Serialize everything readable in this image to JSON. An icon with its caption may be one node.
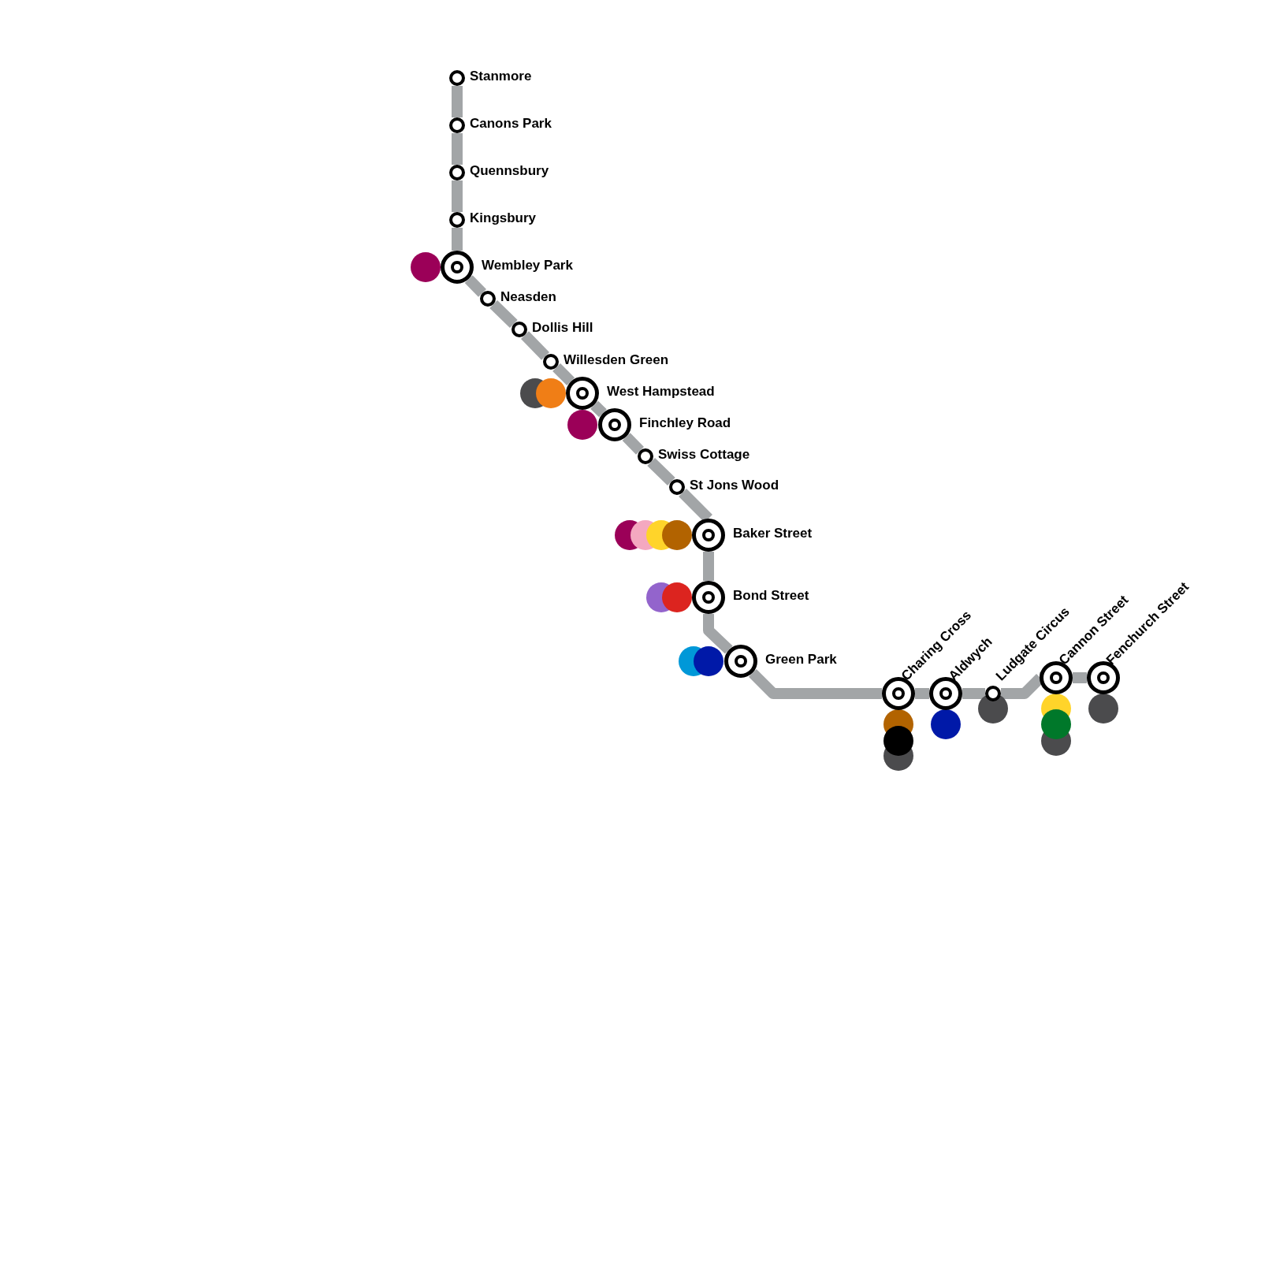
{
  "diagram": {
    "nodes": [
      {
        "text": [],
        "shape": "circle",
        "beside": [
          "Stanmore"
        ]
      },
      {
        "text": [],
        "shape": "circle",
        "beside": [
          "Canons Park"
        ]
      },
      {
        "text": [],
        "shape": "circle",
        "beside": [
          "Quennsbury"
        ]
      },
      {
        "text": [],
        "shape": "circle",
        "beside": [
          "Kingsbury"
        ]
      },
      {
        "text": [],
        "shape": "ring",
        "beside": [
          "Wembley Park"
        ]
      },
      {
        "text": [],
        "shape": "circle",
        "beside": [
          "Neasden"
        ]
      },
      {
        "text": [],
        "shape": "circle",
        "beside": [
          "Dollis Hill"
        ]
      },
      {
        "text": [],
        "shape": "circle",
        "beside": [
          "Willesden Green"
        ]
      },
      {
        "text": [],
        "shape": "ring",
        "beside": [
          "West Hampstead"
        ]
      },
      {
        "text": [],
        "shape": "ring",
        "beside": [
          "Finchley Road"
        ]
      },
      {
        "text": [],
        "shape": "circle",
        "beside": [
          "Swiss Cottage"
        ]
      },
      {
        "text": [],
        "shape": "circle",
        "beside": [
          "St Jons Wood"
        ]
      },
      {
        "text": [],
        "shape": "ring",
        "beside": [
          "Baker Street"
        ]
      },
      {
        "text": [],
        "shape": "ring",
        "beside": [
          "Bond Street"
        ]
      },
      {
        "text": [],
        "shape": "ring",
        "beside": [
          "Green Park"
        ]
      },
      {
        "text": [],
        "shape": "ring",
        "beside": [
          "Charing Cross"
        ]
      },
      {
        "text": [],
        "shape": "ring",
        "beside": [
          "Aldwych"
        ]
      },
      {
        "text": [],
        "shape": "circle",
        "beside": [
          "Ludgate Circus"
        ]
      },
      {
        "text": [],
        "shape": "ring",
        "beside": [
          "Cannon Street"
        ]
      },
      {
        "text": [],
        "shape": "ring",
        "beside": [
          "Fenchurch Street"
        ]
      }
    ],
    "edges": [
      {
        "from": 0,
        "to": 1,
        "arrow": "none"
      },
      {
        "from": 1,
        "to": 2,
        "arrow": "none"
      },
      {
        "from": 2,
        "to": 3,
        "arrow": "none"
      },
      {
        "from": 3,
        "to": 4,
        "arrow": "none"
      },
      {
        "from": 4,
        "to": 5,
        "arrow": "none"
      },
      {
        "from": 5,
        "to": 6,
        "arrow": "none"
      },
      {
        "from": 6,
        "to": 7,
        "arrow": "none"
      },
      {
        "from": 7,
        "to": 8,
        "arrow": "none"
      },
      {
        "from": 8,
        "to": 9,
        "arrow": "none"
      },
      {
        "from": 9,
        "to": 10,
        "arrow": "none"
      },
      {
        "from": 10,
        "to": 11,
        "arrow": "none"
      },
      {
        "from": 11,
        "to": 12,
        "arrow": "none"
      },
      {
        "from": 12,
        "to": 13,
        "arrow": "none"
      },
      {
        "from": 13,
        "to": 14,
        "arrow": "none"
      },
      {
        "from": 14,
        "to": 15,
        "arrow": "none"
      },
      {
        "from": 15,
        "to": 16,
        "arrow": "none"
      },
      {
        "from": 16,
        "to": 17,
        "arrow": "none"
      },
      {
        "from": 17,
        "to": 18,
        "arrow": "none"
      },
      {
        "from": 18,
        "to": 19,
        "arrow": "none"
      }
    ]
  }
}
